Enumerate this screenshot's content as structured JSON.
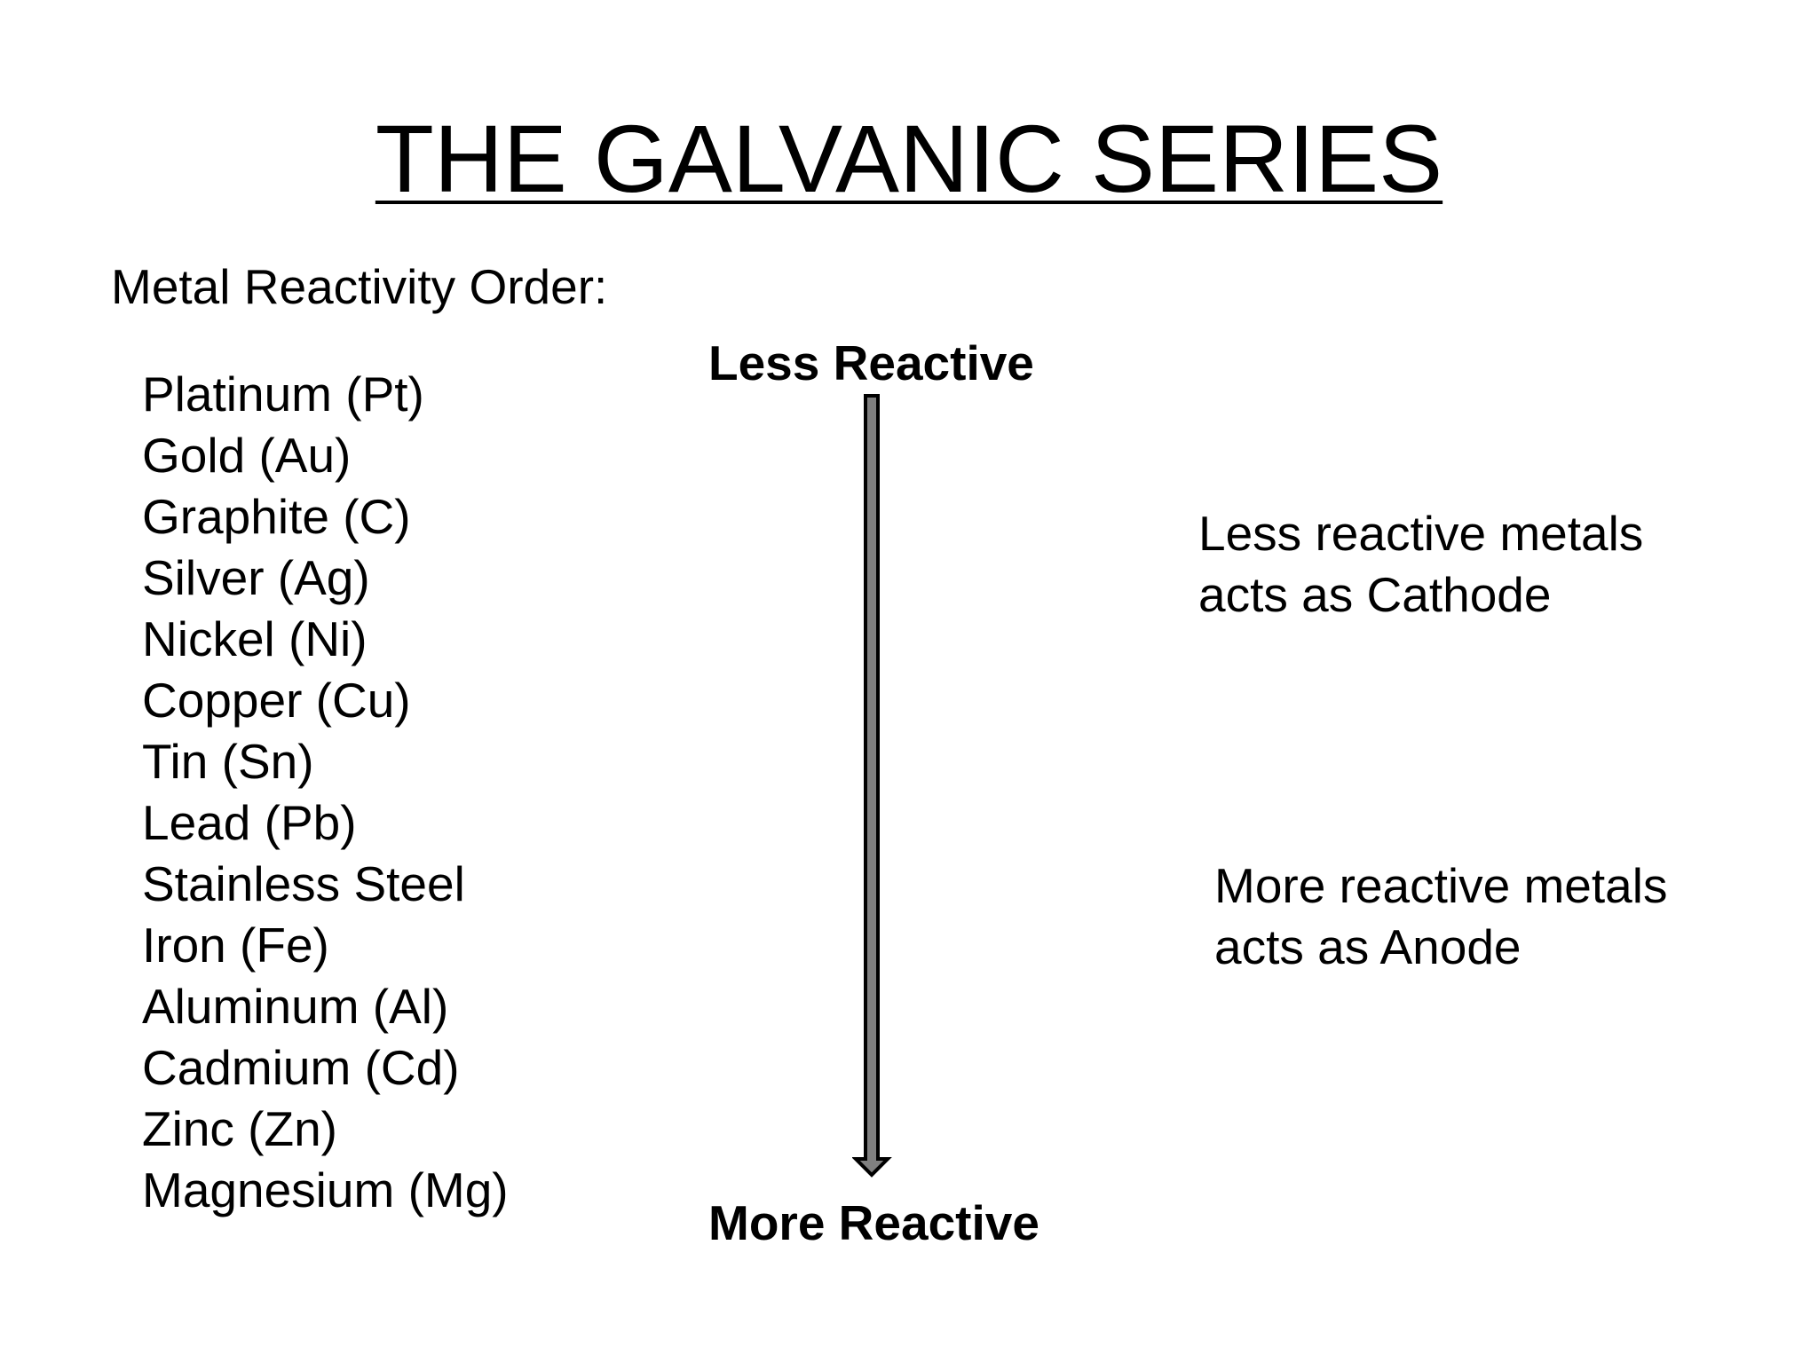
{
  "title": "THE GALVANIC SERIES",
  "subtitle": "Metal Reactivity Order:",
  "metals": [
    "Platinum (Pt)",
    "Gold (Au)",
    "Graphite (C)",
    "Silver (Ag)",
    "Nickel (Ni)",
    "Copper (Cu)",
    "Tin (Sn)",
    "Lead (Pb)",
    "Stainless Steel",
    "Iron (Fe)",
    "Aluminum (Al)",
    "Cadmium (Cd)",
    "Zinc (Zn)",
    "Magnesium (Mg)"
  ],
  "axis": {
    "top_label": "Less Reactive",
    "bottom_label": "More Reactive",
    "arrow_color": "#808080"
  },
  "notes": {
    "cathode_line1": "Less reactive metals",
    "cathode_line2": "acts as Cathode",
    "anode_line1": "More reactive metals",
    "anode_line2": "acts as Anode"
  }
}
